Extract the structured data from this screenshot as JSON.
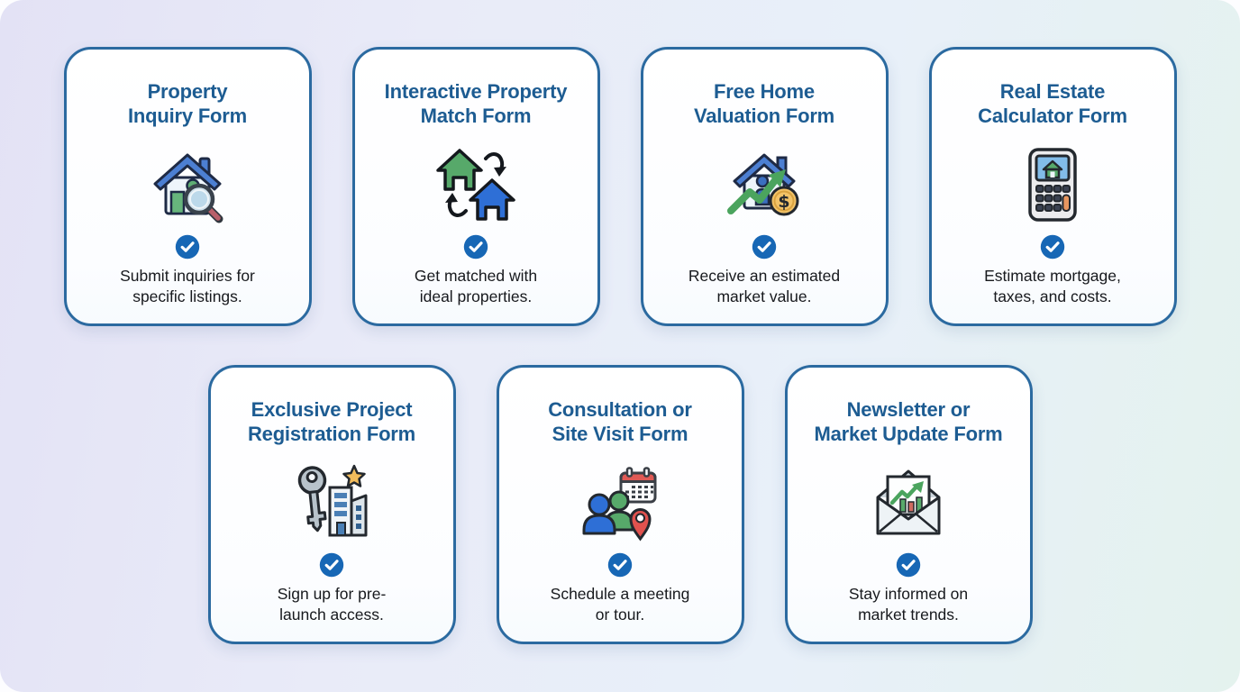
{
  "page": {
    "background_gradient": [
      "#e3e2f5",
      "#e9ebf8",
      "#e8f0f9",
      "#e4f2ee"
    ],
    "card_border_color": "#2b6aa0",
    "title_color": "#1d5c92",
    "check_circle_color": "#1767b5",
    "description_color": "#17191d"
  },
  "icons": {
    "coin_symbol": "$",
    "check_icon": "check-circle-icon"
  },
  "cards": [
    {
      "icon": "house-magnifier-icon",
      "title_line1": "Property",
      "title_line2": "Inquiry Form",
      "desc_line1": "Submit inquiries for",
      "desc_line2": "specific listings."
    },
    {
      "icon": "houses-swap-icon",
      "title_line1": "Interactive Property",
      "title_line2": "Match Form",
      "desc_line1": "Get matched with",
      "desc_line2": "ideal properties."
    },
    {
      "icon": "house-growth-dollar-icon",
      "title_line1": "Free Home",
      "title_line2": "Valuation Form",
      "desc_line1": "Receive an estimated",
      "desc_line2": "market value."
    },
    {
      "icon": "calculator-icon",
      "title_line1": "Real Estate",
      "title_line2": "Calculator Form",
      "desc_line1": "Estimate mortgage,",
      "desc_line2": "taxes, and costs."
    },
    {
      "icon": "key-building-star-icon",
      "title_line1": "Exclusive Project",
      "title_line2": "Registration Form",
      "desc_line1": "Sign up for pre-",
      "desc_line2": "launch access."
    },
    {
      "icon": "people-calendar-pin-icon",
      "title_line1": "Consultation or",
      "title_line2": "Site Visit Form",
      "desc_line1": "Schedule a meeting",
      "desc_line2": "or tour."
    },
    {
      "icon": "envelope-chart-icon",
      "title_line1": "Newsletter or",
      "title_line2": "Market Update Form",
      "desc_line1": "Stay informed on",
      "desc_line2": "market trends."
    }
  ]
}
